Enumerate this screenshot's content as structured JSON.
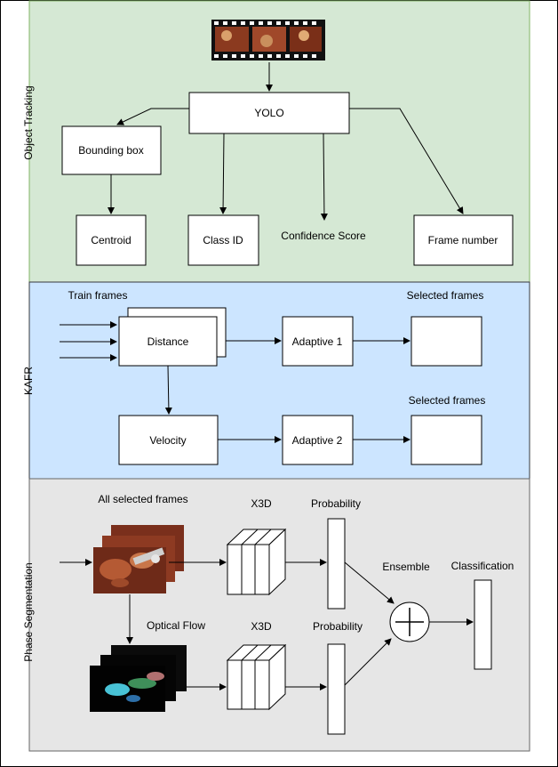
{
  "sections": {
    "object_tracking": {
      "label": "Object Tracking",
      "fill": "#d5e8d4",
      "stroke": "#82b366"
    },
    "kafr": {
      "label": "KAFR",
      "fill": "#cce5ff",
      "stroke": "#36393d"
    },
    "phase_segmentation": {
      "label": "Phase Segmentation",
      "fill": "#e6e6e6",
      "stroke": "#666666"
    }
  },
  "tracking": {
    "yolo": "YOLO",
    "bounding_box": "Bounding box",
    "centroid": "Centroid",
    "class_id": "Class ID",
    "confidence": "Confidence Score",
    "frame_number": "Frame number"
  },
  "kafr": {
    "train_frames": "Train frames",
    "distance": "Distance",
    "velocity": "Velocity",
    "adaptive1": "Adaptive 1",
    "adaptive2": "Adaptive 2",
    "selected1": "Selected frames",
    "selected2": "Selected frames"
  },
  "phase": {
    "all_selected": "All selected frames",
    "optical_flow": "Optical Flow",
    "x3d_top": "X3D",
    "x3d_bottom": "X3D",
    "prob_top": "Probability",
    "prob_bottom": "Probability",
    "ensemble": "Ensemble",
    "classification": "Classification",
    "ensemble_symbol": "+"
  },
  "icons": {
    "film_strip": "film-strip-icon",
    "surgical_frames": "surgical-frame-stack-icon",
    "optical_flow_frames": "optical-flow-frame-stack-icon"
  }
}
